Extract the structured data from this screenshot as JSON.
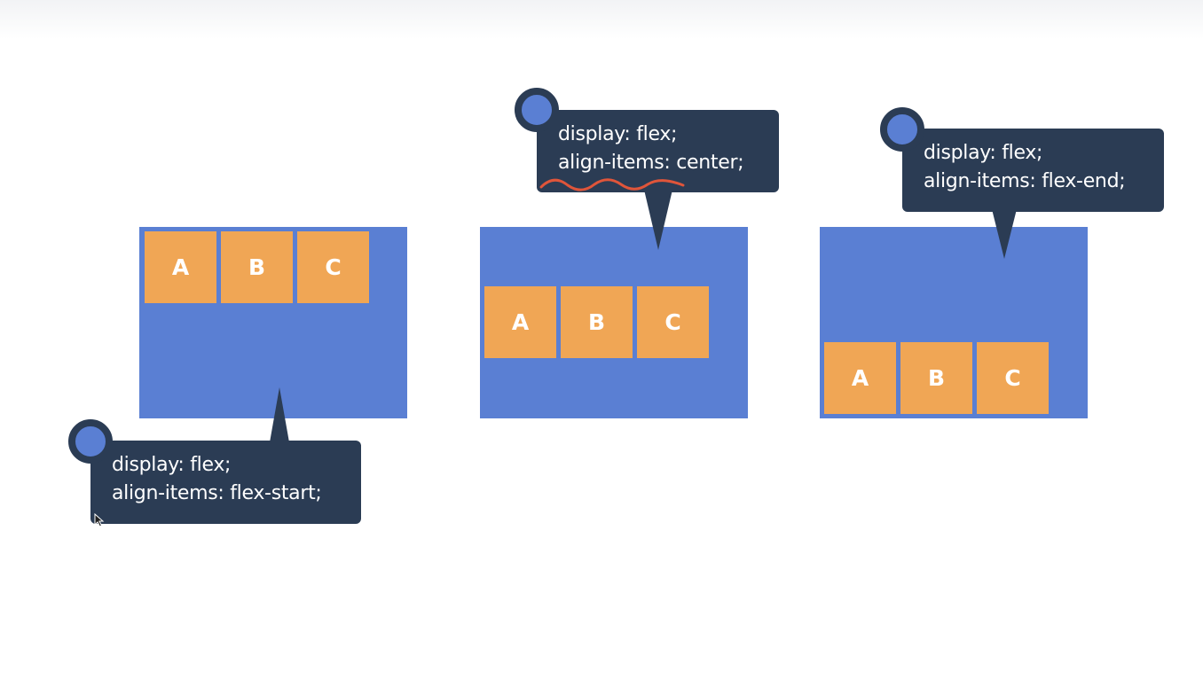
{
  "colors": {
    "container": "#5a7fd3",
    "item": "#f0a655",
    "bubble": "#2b3c54",
    "underline": "#e0553a"
  },
  "examples": [
    {
      "items": [
        "A",
        "B",
        "C"
      ],
      "code": [
        "display: flex;",
        "align-items: flex-start;"
      ]
    },
    {
      "items": [
        "A",
        "B",
        "C"
      ],
      "code": [
        "display: flex;",
        "align-items: center;"
      ]
    },
    {
      "items": [
        "A",
        "B",
        "C"
      ],
      "code": [
        "display: flex;",
        "align-items: flex-end;"
      ]
    }
  ]
}
